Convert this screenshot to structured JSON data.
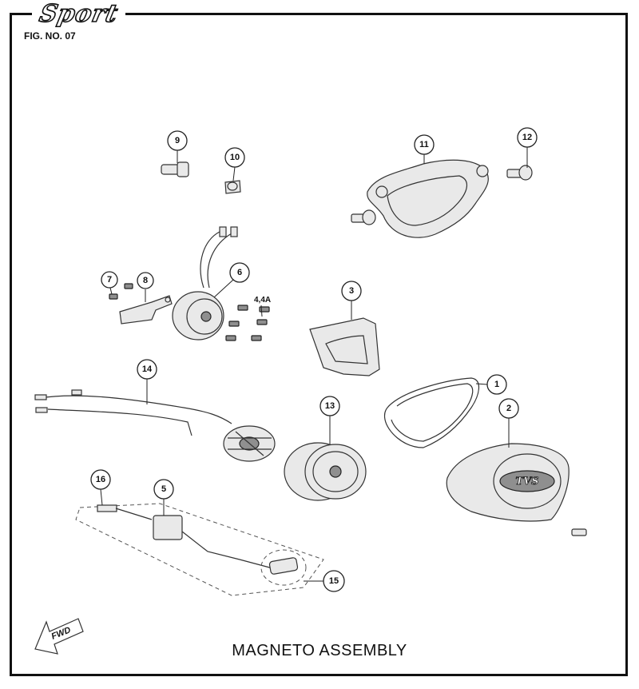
{
  "header": {
    "brand_logo_text": "Sport",
    "figure_number": "FIG. NO. 07"
  },
  "diagram": {
    "title": "MAGNETO ASSEMBLY",
    "forward_indicator": "FWD",
    "cover_logo_text": "TVS",
    "extra_label": "4,4A",
    "callouts": [
      "1",
      "2",
      "3",
      "5",
      "6",
      "7",
      "8",
      "9",
      "10",
      "11",
      "12",
      "13",
      "14",
      "15",
      "16"
    ]
  }
}
